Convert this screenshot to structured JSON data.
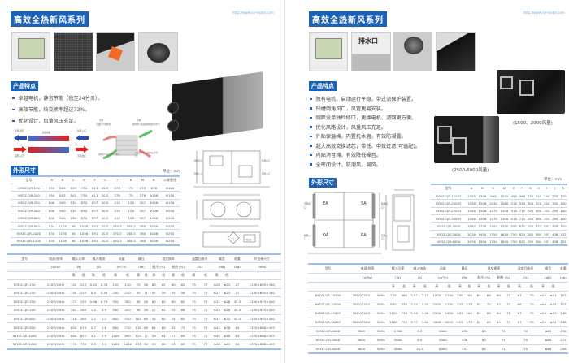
{
  "left": {
    "title": "高效全热新风系列",
    "subtitle": "节能电机 · 节能品质",
    "url": "http://www.ny-motor.com",
    "features_title": "产品特点",
    "features": [
      "卓越电机，静音节能（低至24分贝）。",
      "高效节能，焓交换率超过73%。",
      "优化设计，风量风压充足。"
    ],
    "diagram_labels": {
      "fresh_out": "新风出风",
      "exhaust_in": "新风入口",
      "return_in": "回风入口",
      "exhaust_out": "污风出口",
      "core": "热交换器",
      "indoor": "室外",
      "indoor2": "室内",
      "dirty_out": "污浊空气的排出",
      "fresh_in_label": "新鲜空气排出(新鲜的热/冷空气)",
      "fresh_in": "新鲜空气导入(新鲜空气)",
      "dirty_in": "污浊空气导入(新鲜热/冷空气)"
    },
    "dims_title": "外形尺寸",
    "unit": "单位：mm",
    "drawing_labels": [
      "排风出口",
      "新风入口",
      "新风出口",
      "回风入口",
      "门",
      "电控盒"
    ],
    "dims_table": {
      "headers": [
        "型号",
        "A",
        "B",
        "C",
        "E",
        "F",
        "G",
        "I",
        "K",
        "M",
        "N",
        "公称直径"
      ],
      "rows": [
        [
          "NYDZ-QR-150",
          "554",
          "805",
          "145",
          "734",
          "611",
          "20.5",
          "278",
          "75",
          "278",
          "Φ96",
          "Φ100"
        ],
        [
          "NYDZ-QR-250",
          "554",
          "805",
          "145",
          "734",
          "611",
          "20.5",
          "278",
          "75",
          "278",
          "Φ146",
          "Φ150"
        ],
        [
          "NYDZ-QR-350",
          "800",
          "900",
          "130",
          "830",
          "857",
          "20.5",
          "415",
          "128",
          "307",
          "Φ146",
          "Φ150"
        ],
        [
          "NYDZ-QR-500",
          "800",
          "900",
          "130",
          "830",
          "857",
          "20.5",
          "415",
          "128",
          "307",
          "Φ196",
          "Φ200"
        ],
        [
          "NYDZ-QR-600",
          "800",
          "900",
          "130",
          "830",
          "857",
          "20.5",
          "415",
          "128",
          "307",
          "Φ196",
          "Φ200"
        ],
        [
          "NYDZ-QR-800",
          "834",
          "1126",
          "86",
          "1056",
          "891",
          "20.5",
          "430.5",
          "168.5",
          "388",
          "Φ246",
          "Φ250"
        ],
        [
          "NYDZ-QR-1000",
          "834",
          "1126",
          "86",
          "1056",
          "891",
          "20.5",
          "430.5",
          "168.5",
          "388",
          "Φ246",
          "Φ250"
        ],
        [
          "NYDZ-QR-1200",
          "834",
          "1126",
          "86",
          "1056",
          "891",
          "20.5",
          "430.5",
          "168.5",
          "388",
          "Φ246",
          "Φ250"
        ]
      ]
    },
    "perf_table": {
      "headers": [
        "型号",
        "电源/频率",
        "输入功率",
        "输入电流",
        "风量",
        "静压",
        "焓交换率",
        "温度回收率",
        "噪音",
        "毛重",
        "外包装尺寸"
      ],
      "units": [
        "",
        "(V/Hz)",
        "(W)",
        "(A)",
        "(m³/h)",
        "(Pa)",
        "制冷 (%)",
        "制热 (%)",
        "(%)",
        "(dB)",
        "(kg)",
        "(mm)"
      ],
      "hl": [
        "高",
        "低"
      ],
      "rows": [
        [
          "NYDZ-QR-150",
          "220V/50Hz",
          "145",
          "123",
          "0.45",
          "0.38",
          "150",
          "130",
          "75",
          "56",
          "63",
          "65",
          "60",
          "62",
          "75",
          "77",
          "≤26",
          "≤22",
          "27",
          "1130×655×340"
        ],
        [
          "NYDZ-QR-250",
          "220V/50Hz",
          "150",
          "129",
          "0.5",
          "0.46",
          "250",
          "210",
          "85",
          "71",
          "57",
          "59",
          "55",
          "58",
          "75",
          "77",
          "≤27",
          "≤23",
          "27",
          "1130×655×340"
        ],
        [
          "NYDZ-QR-350",
          "220V/50Hz",
          "173",
          "159",
          "0.96",
          "0.79",
          "350",
          "300",
          "88",
          "58",
          "63",
          "65",
          "60",
          "62",
          "75",
          "77",
          "≤31",
          "≤26",
          "42.5",
          "1250×945×410"
        ],
        [
          "NYDZ-QR-500",
          "220V/50Hz",
          "262",
          "268",
          "1.0",
          "0.9",
          "500",
          "420",
          "98",
          "58",
          "57",
          "62",
          "55",
          "68",
          "75",
          "77",
          "≤33",
          "≤28",
          "42.5",
          "1165×945×410"
        ],
        [
          "NYDZ-QR-600",
          "220V/50Hz",
          "316",
          "288",
          "1.2",
          "1.1",
          "600",
          "530",
          "105",
          "65",
          "54",
          "60",
          "54",
          "65",
          "75",
          "77",
          "≤37",
          "≤32",
          "42.5",
          "1165×945×410"
        ],
        [
          "NYDZ-QR-800",
          "220V/50Hz",
          "600",
          "576",
          "2.7",
          "2.6",
          "800",
          "710",
          "118",
          "69",
          "64",
          "69",
          "62",
          "73",
          "75",
          "77",
          "≤43",
          "≤38",
          "64",
          "1370×888×405"
        ],
        [
          "NYDZ-QR-1000",
          "220V/50Hz",
          "680",
          "652",
          "3.1",
          "2.9",
          "1000",
          "890",
          "125",
          "77",
          "58",
          "64",
          "57",
          "69",
          "75",
          "77",
          "≤45",
          "≤40",
          "64",
          "1370×888×405"
        ],
        [
          "NYDZ-QR-1200",
          "220V/50Hz",
          "770",
          "738",
          "3.5",
          "3.1",
          "1200",
          "1060",
          "131",
          "82",
          "55",
          "60",
          "53",
          "65",
          "75",
          "77",
          "≤46",
          "≤41",
          "64",
          "1370×888×405"
        ]
      ]
    }
  },
  "right": {
    "title": "高效全热新风系列",
    "subtitle": "节能电机 · 节能品质",
    "url": "http://www.ny-motor.com",
    "photo_label": "排水口",
    "features_title": "产品特点",
    "features": [
      "独有电机，启动运行平稳，带过流保护装置。",
      "凹槽倒角风口，风管更易安装。",
      "侧面设单独检修口，更换电机、滤网更方便。",
      "优化风路设计，风量风压充足。",
      "外贴保温棉，内置托水盘，有效防凝露。",
      "超大高效交换滤芯，带低、中效过滤(可选配)。",
      "内贴消音棉，有效降低噪音。",
      "全密闭设计，防潮风、漏风。"
    ],
    "caption_small": "(1500、2000风量)",
    "caption_large": "(2500-6000风量)",
    "dims_title": "外形尺寸",
    "unit": "单位：mm",
    "drawing_labels": {
      "ea": "EA",
      "sa": "SA",
      "oa": "OA",
      "ra": "RA",
      "ea_cn": "污风出口",
      "sa_cn": "新风出口",
      "oa_cn": "新风入口",
      "ra_cn": "污风入口"
    },
    "dims_table": {
      "headers": [
        "型号",
        "A",
        "B",
        "C",
        "D",
        "E",
        "F",
        "G",
        "H",
        "I",
        "J",
        "K"
      ],
      "rows": [
        [
          "NYDZ-QR-1500Y",
          "1358",
          "1308",
          "905",
          "1002",
          "459",
          "498",
          "230",
          "240",
          "240",
          "230",
          "130"
        ],
        [
          "NYDZ-QR-2000Y",
          "1556",
          "1506",
          "1030",
          "1060",
          "518",
          "530",
          "300",
          "320",
          "320",
          "300",
          "100"
        ],
        [
          "NYDZ-QR-2500Y",
          "1556",
          "1506",
          "1270",
          "1300",
          "518",
          "715",
          "290",
          "480",
          "352",
          "290",
          "100"
        ],
        [
          "NYDZ-QR-3000Y",
          "1556",
          "1506",
          "1270",
          "1300",
          "518",
          "715",
          "290",
          "480",
          "352",
          "290",
          "100"
        ],
        [
          "NYDZ-QR-4000",
          "1864",
          "1738",
          "1400",
          "1350",
          "593",
          "675",
          "295",
          "377",
          "597",
          "438",
          "100"
        ],
        [
          "NYDZ-QR-5000",
          "2076",
          "1950",
          "1750",
          "1649",
          "750",
          "825",
          "295",
          "384",
          "597",
          "438",
          "152"
        ],
        [
          "NYDZ-QR-6000",
          "2076",
          "1950",
          "1750",
          "1649",
          "750",
          "825",
          "295",
          "384",
          "597",
          "438",
          "152"
        ]
      ]
    },
    "perf_table": {
      "headers": [
        "型号",
        "电源/频率",
        "输入功率",
        "输入电流",
        "风量",
        "静压",
        "焓交换率",
        "温度回收率",
        "噪音",
        "毛重"
      ],
      "units": [
        "",
        "(V/Hz)",
        "(W)",
        "(A)",
        "(m³/h)",
        "(Pa)",
        "制冷 (%)",
        "制热 (%)",
        "(%)",
        "(dB)",
        "(kg)"
      ],
      "hl": [
        "高",
        "低"
      ],
      "rows": [
        [
          "NYDZ-QR-1500Y",
          "380V/220V",
          "50Hz",
          "750",
          "480",
          "3.82",
          "2.15",
          "1500",
          "1250",
          "200",
          "165",
          "63",
          "68",
          "60",
          "72",
          "67",
          "70",
          "≤55",
          "≤51",
          "102"
        ],
        [
          "NYDZ-QR-2000Y",
          "380V/220V",
          "50Hz",
          "880",
          "530",
          "3.50",
          "2.50",
          "2000",
          "1700",
          "235",
          "178",
          "65",
          "70",
          "62",
          "73",
          "66",
          "70",
          "≤59",
          "≤54",
          "123"
        ],
        [
          "NYDZ-QR-2500Y",
          "380V/220V",
          "50Hz",
          "1150",
          "730",
          "5.50",
          "3.48",
          "2500",
          "1650",
          "202",
          "161",
          "63",
          "68",
          "60",
          "71",
          "67",
          "70",
          "≤58",
          "≤53",
          "148"
        ],
        [
          "NYDZ-QR-3000Y",
          "380V/220V",
          "50Hz",
          "1180",
          "750",
          "5.77",
          "3.65",
          "3000",
          "2050",
          "215",
          "172",
          "65",
          "69",
          "62",
          "73",
          "67",
          "70",
          "≤59",
          "≤54",
          "148"
        ],
        [
          "NYDZ-QR-4000",
          "380V",
          "50Hz",
          "1700",
          "5.3",
          "4000",
          "285",
          "68",
          "71",
          "70",
          "≤65",
          "196"
        ],
        [
          "NYDZ-QR-5000",
          "380V",
          "50Hz",
          "3000",
          "8.9",
          "5000",
          "336",
          "68",
          "71",
          "70",
          "≤66",
          "272"
        ],
        [
          "NYDZ-QR-6000",
          "380V",
          "50Hz",
          "4880",
          "10.3",
          "6000",
          "352",
          "68",
          "71",
          "70",
          "≤68",
          "298"
        ]
      ]
    }
  }
}
